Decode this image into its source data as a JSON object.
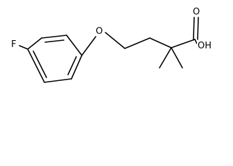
{
  "molecule": {
    "atom_labels": {
      "fluorine": "F",
      "ether_oxygen": "O",
      "carbonyl_oxygen": "O",
      "hydroxyl": "OH"
    }
  }
}
